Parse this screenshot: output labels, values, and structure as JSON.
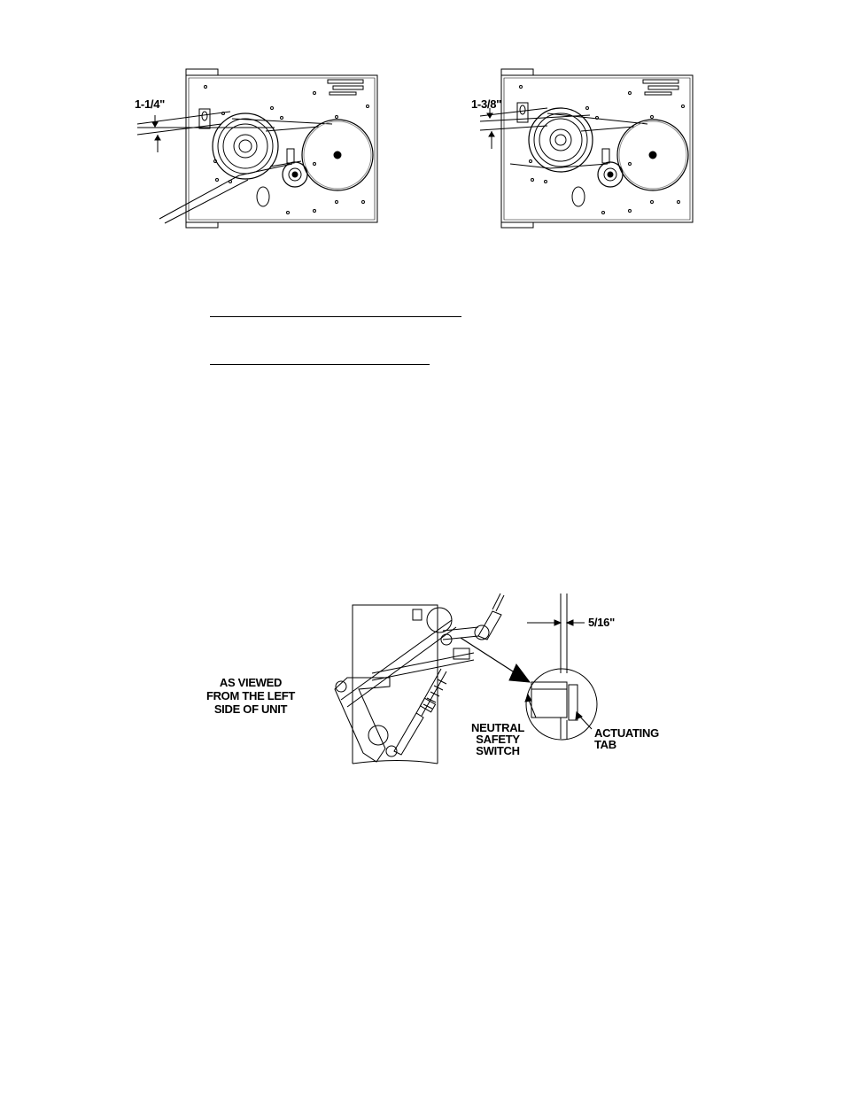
{
  "figure_top": {
    "left_panel": {
      "dimension_label": "1-1/4\""
    },
    "right_panel": {
      "dimension_label": "1-3/8\""
    }
  },
  "figure_bottom": {
    "view_note": [
      "AS VIEWED",
      "FROM THE LEFT",
      "SIDE OF UNIT"
    ],
    "gap_label": "5/16\"",
    "switch_label": [
      "NEUTRAL",
      "SAFETY",
      "SWITCH"
    ],
    "tab_label": [
      "ACTUATING",
      "TAB"
    ]
  }
}
